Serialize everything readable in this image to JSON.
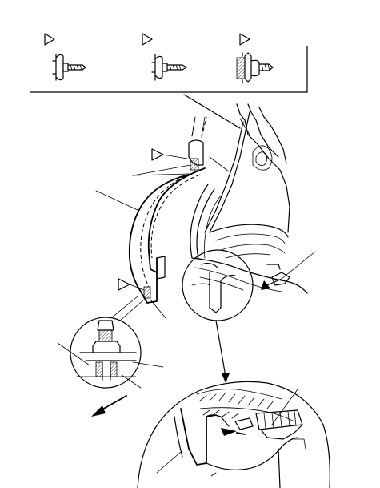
{
  "diagram": {
    "fastener_box": {
      "items": [
        {
          "id": "A",
          "icon": "triangle-callout-icon",
          "fastener": "screw-with-washer-icon"
        },
        {
          "id": "B",
          "icon": "triangle-callout-icon",
          "fastener": "screw-icon"
        },
        {
          "id": "C",
          "icon": "triangle-callout-icon",
          "fastener": "clip-fastener-icon"
        }
      ]
    },
    "callout_markers": [
      {
        "icon": "triangle-callout-icon",
        "points_to": "upper-fender-clip"
      },
      {
        "icon": "triangle-callout-icon",
        "points_to": "lower-splash-guard-clip"
      }
    ],
    "arrows": [
      {
        "icon": "direction-arrow-icon",
        "meaning": "install-direction-lower-left"
      },
      {
        "icon": "direction-arrow-icon",
        "meaning": "install-direction-bottom-detail"
      }
    ]
  }
}
